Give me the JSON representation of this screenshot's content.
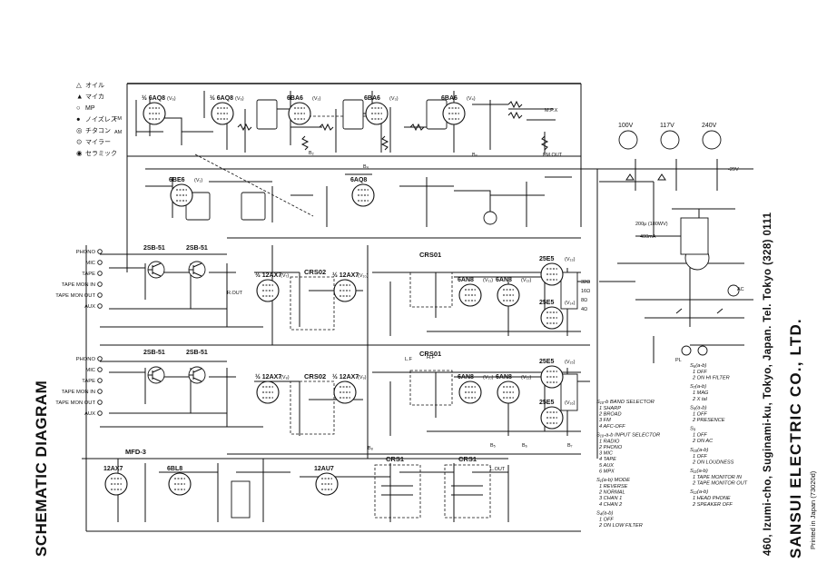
{
  "title": "SCHEMATIC DIAGRAM",
  "company": "SANSUI ELECTRIC CO., LTD.",
  "address": "460, Izumi-cho, Suginami-ku, Tokyo, Japan.  Tel. Tokyo (328) 0111",
  "printed": "Printed in Japan (73020d)",
  "legend": [
    {
      "symbol": "△",
      "label": "オイル"
    },
    {
      "symbol": "▲",
      "label": "マイカ"
    },
    {
      "symbol": "○",
      "label": "MP"
    },
    {
      "symbol": "●",
      "label": "ノイズレス"
    },
    {
      "symbol": "◎",
      "label": "チタコン"
    },
    {
      "symbol": "⊙",
      "label": "マイラー"
    },
    {
      "symbol": "◉",
      "label": "セラミック"
    }
  ],
  "tubes": [
    {
      "id": "t1",
      "label": "½ 6AQ8",
      "sub": "(V₆)"
    },
    {
      "id": "t2",
      "label": "½ 6AQ8",
      "sub": "(V₆)"
    },
    {
      "id": "t3",
      "label": "6BA6",
      "sub": "(V₂)"
    },
    {
      "id": "t4",
      "label": "6BA6",
      "sub": "(V₃)"
    },
    {
      "id": "t5",
      "label": "6BA6",
      "sub": "(V₄)"
    },
    {
      "id": "t6",
      "label": "6BE6",
      "sub": "(V₁)"
    },
    {
      "id": "t7",
      "label": "6AQ8",
      "sub": ""
    },
    {
      "id": "t8",
      "label": "½ 12AX7",
      "sub": "(V₇)"
    },
    {
      "id": "t9",
      "label": "½ 12AX7",
      "sub": "(V₁₀)"
    },
    {
      "id": "t10",
      "label": "6AN8",
      "sub": "(V₁₁)"
    },
    {
      "id": "t11",
      "label": "6AN8",
      "sub": "(V₁₂)"
    },
    {
      "id": "t12",
      "label": "25E5",
      "sub": "(V₁₃)"
    },
    {
      "id": "t13",
      "label": "25E5",
      "sub": "(V₁₄)"
    },
    {
      "id": "t14",
      "label": "½ 12AX7",
      "sub": "(V₈)"
    },
    {
      "id": "t15",
      "label": "½ 12AX7",
      "sub": "(V₉)"
    },
    {
      "id": "t16",
      "label": "6AN8",
      "sub": "(V₁₀)"
    },
    {
      "id": "t17",
      "label": "6AN8",
      "sub": "(V₁₂)"
    },
    {
      "id": "t18",
      "label": "25E5",
      "sub": "(V₁₅)"
    },
    {
      "id": "t19",
      "label": "25E5",
      "sub": "(V₁₆)"
    },
    {
      "id": "t20",
      "label": "12AX7",
      "sub": ""
    },
    {
      "id": "t21",
      "label": "6BL8",
      "sub": ""
    },
    {
      "id": "t22",
      "label": "12AU7",
      "sub": ""
    }
  ],
  "transistors": [
    "2SB-51",
    "2SB-51",
    "2SB-51",
    "2SB-51"
  ],
  "blocks": [
    "CRS02",
    "CRS01",
    "CRS02",
    "CRS01",
    "CRS1",
    "CRS1",
    "MFD-3"
  ],
  "inputs_top": [
    "PHONO",
    "MIC",
    "TAPE",
    "TAPE MON IN",
    "TAPE MON OUT",
    "AUX"
  ],
  "inputs_bottom": [
    "PHONO",
    "MIC",
    "TAPE",
    "TAPE MON IN",
    "TAPE MON OUT",
    "AUX"
  ],
  "voltages": {
    "v1": "100V",
    "v2": "117V",
    "v3": "240V"
  },
  "misc_labels": [
    "FM",
    "AM",
    "M.P.X",
    "FM.OUT",
    "L.OUT",
    "R.OUT",
    "B₂",
    "B₃",
    "B₄",
    "B₅",
    "B₆",
    "B₇",
    "B₈",
    "AC",
    "PL",
    "32Ω",
    "16Ω",
    "8Ω",
    "4Ω",
    "H.F",
    "L.F",
    "-29V",
    "200μ (180WV)",
    "400mA"
  ],
  "switch_notes": {
    "col1": [
      {
        "head": "S₁₀-b BAND SELECTOR",
        "items": [
          "1  SHARP",
          "2  BROAD",
          "3  FM",
          "4  AFC-OFF"
        ]
      },
      {
        "head": "S₁₀-a-b INPUT SELECTOR",
        "items": [
          "1  RADIO",
          "2  PHONO",
          "3  MIC",
          "4  TAPE",
          "5  AUX",
          "6  MPX"
        ]
      },
      {
        "head": "S₁(a-b) MODE",
        "items": [
          "1  REVERSE",
          "2  NORMAL",
          "3  CHAN 1",
          "4  CHAN 2"
        ]
      },
      {
        "head": "S₄(a-b)",
        "items": [
          "1  OFF",
          "2  ON LOW FILTER"
        ]
      }
    ],
    "col2": [
      {
        "head": "S₆(a-b)",
        "items": [
          "1  OFF",
          "2  ON HI FILTER"
        ]
      },
      {
        "head": "S₇(a-b)",
        "items": [
          "1  MAG",
          "2  X tal"
        ]
      },
      {
        "head": "S₈(a-b)",
        "items": [
          "1  OFF",
          "2  PRESENCE"
        ]
      },
      {
        "head": "S₉",
        "items": [
          "1  OFF",
          "2  ON AC"
        ]
      },
      {
        "head": "S₁₀(a-b)",
        "items": [
          "1  OFF",
          "2  ON LOUDNESS"
        ]
      },
      {
        "head": "S₁₁(a-b)",
        "items": [
          "1  TAPE MONITOR IN",
          "2  TAPE MONITOR OUT"
        ]
      },
      {
        "head": "S₁₂(a-b)",
        "items": [
          "1  HEAD PHONE",
          "2  SPEAKER OFF"
        ]
      }
    ]
  }
}
